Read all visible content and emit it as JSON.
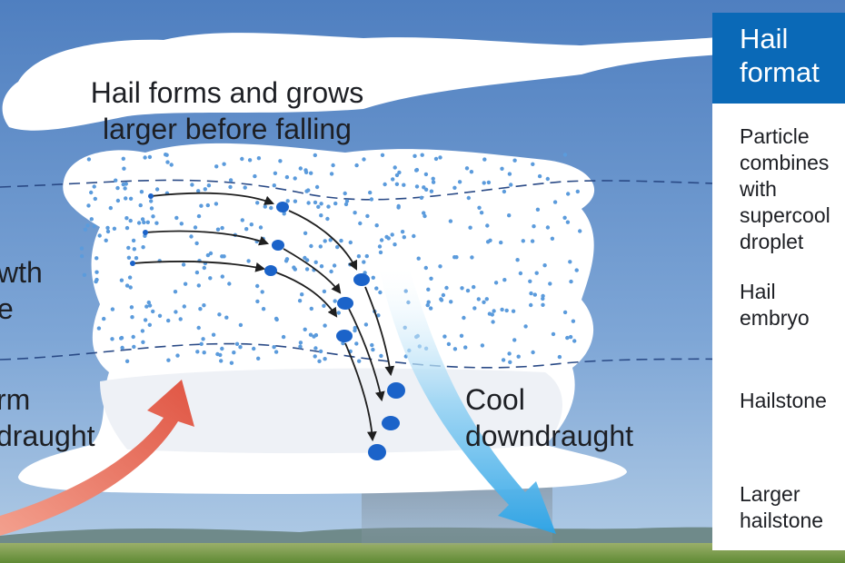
{
  "diagram": {
    "title": "Hail forms and grows\nlarger before falling",
    "growth_label": "wth\ne",
    "warm_label": "rm\ndraught",
    "cool_label": "Cool\ndowndraught"
  },
  "panel": {
    "title": "Hail\nformat",
    "steps": [
      "Particle\ncombines\nwith\nsupercool\ndroplet",
      "Hail\nembryo",
      "Hailstone",
      "Larger\nhailstone"
    ]
  },
  "colors": {
    "sky": "#5a86c4",
    "cloud": "#ffffff",
    "droplet": "#5b9bdc",
    "hail": "#1b63c9",
    "warm_arrow": "#e36654",
    "cool_arrow": "#47b4ea",
    "panel_header": "#0a69b7",
    "dashed_line": "#2a4a86"
  }
}
